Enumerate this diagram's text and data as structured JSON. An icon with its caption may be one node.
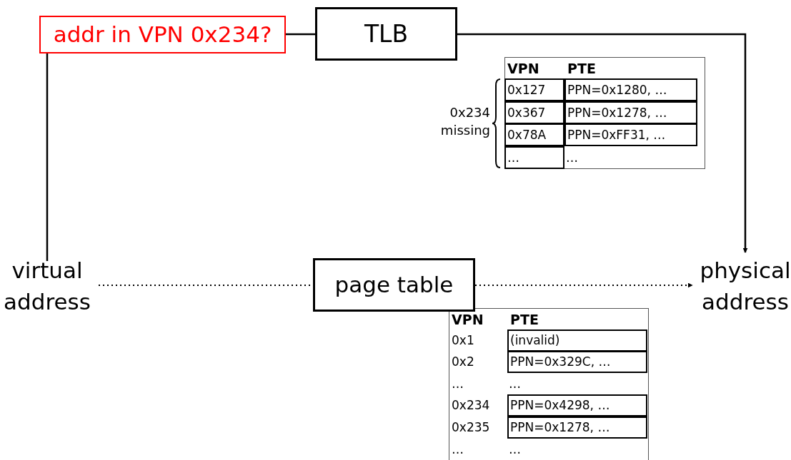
{
  "diagram": {
    "nodes": [
      {
        "text": [
          "addr in VPN 0x234?"
        ]
      },
      {
        "text": [
          "TLB"
        ]
      },
      {
        "text": [
          "virtual address"
        ]
      },
      {
        "text": [
          "page table"
        ]
      },
      {
        "text": [
          "physical address"
        ]
      }
    ],
    "edges": [
      {
        "from": 2,
        "to": 0,
        "arrow": "none"
      },
      {
        "from": 0,
        "to": 1,
        "arrow": "none"
      },
      {
        "from": 1,
        "to": 4,
        "arrow": "to"
      },
      {
        "from": 2,
        "to": 3,
        "arrow": "none",
        "style": "dashed"
      },
      {
        "from": 3,
        "to": 4,
        "arrow": "to",
        "style": "dashed"
      }
    ],
    "labels": [
      "VPN",
      "PTE",
      "0x127",
      "PPN=0x1280, …",
      "0x367",
      "PPN=0x1278, …",
      "0x78A",
      "PPN=0xFF31, …",
      "…",
      "…",
      "0x234 missing",
      "VPN",
      "PTE",
      "0x1",
      "(invalid)",
      "0x2",
      "PPN=0x329C, …",
      "…",
      "…",
      "0x234",
      "PPN=0x4298, …",
      "0x235",
      "PPN=0x1278, …",
      "…",
      "…"
    ]
  }
}
